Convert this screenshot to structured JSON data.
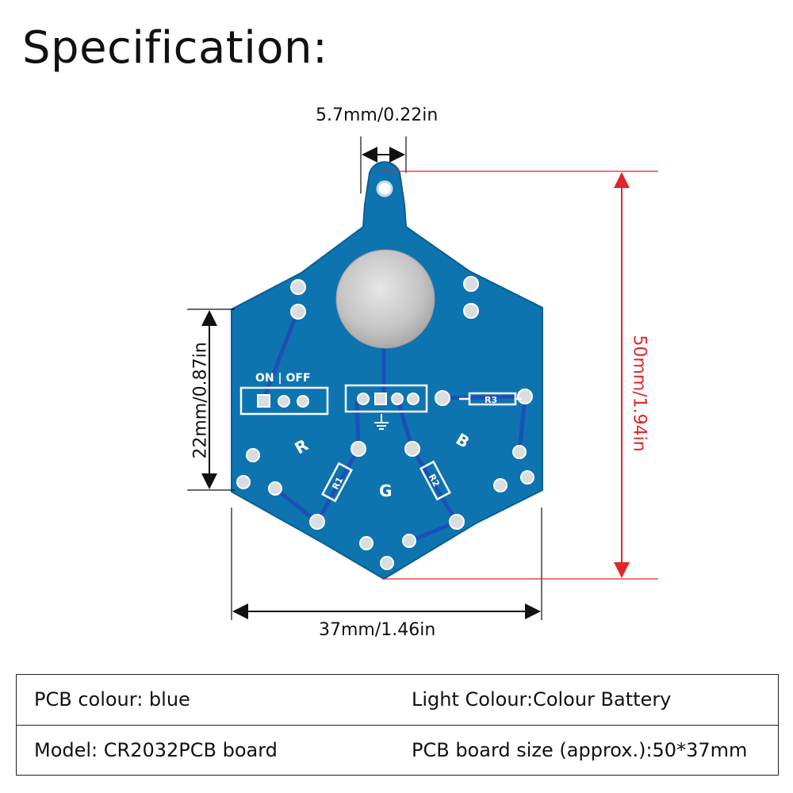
{
  "title": "Specification:",
  "dimensions": {
    "hole_width": "5.7mm/0.22in",
    "left_height": "22mm/0.87in",
    "total_height": "50mm/1.94in",
    "width": "37mm/1.46in"
  },
  "pcb_labels": {
    "switch": "ON | OFF",
    "r": "R",
    "g": "G",
    "b": "B",
    "r1": "R1",
    "r2": "R2",
    "r3": "R3"
  },
  "specs": {
    "pcb_colour": "PCB colour: blue",
    "light_colour": "Light Colour:Colour Battery",
    "model": "Model:  CR2032PCB board",
    "board_size": "PCB board size (approx.):50*37mm"
  },
  "colors": {
    "pcb": "#0d74b0",
    "pcb_edge": "#0a5f92",
    "trace": "#1d4fb8",
    "dimension_red": "#e0262b",
    "battery": "#c8c8c8"
  }
}
